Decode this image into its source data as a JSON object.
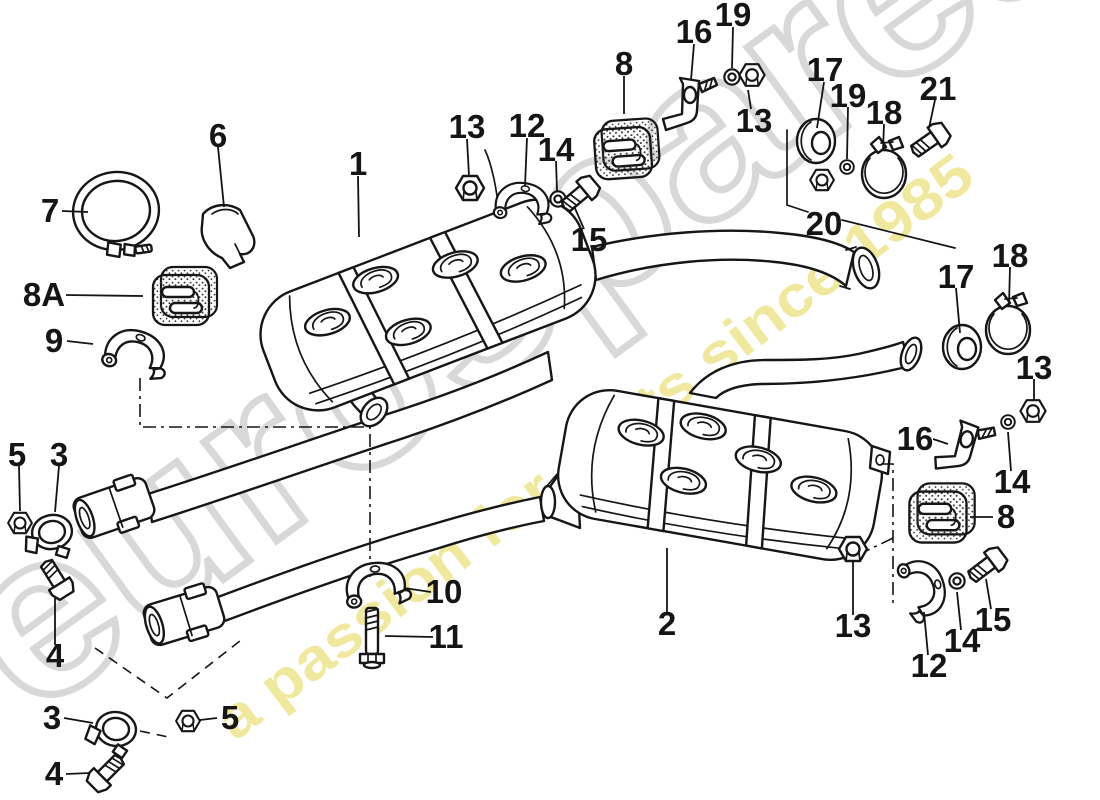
{
  "watermark": {
    "brand": "eurospares",
    "tagline": "a passion for parts since 1985",
    "brand_fill": "#ffffff",
    "brand_outline": "#d6d6d6",
    "tagline_color": "#efe795"
  },
  "diagram": {
    "type": "exploded-parts-diagram",
    "subject": "exhaust system with mufflers, clamps and mounting hardware",
    "line_color": "#161616",
    "background": "#ffffff"
  },
  "callouts": [
    {
      "ref": "7"
    },
    {
      "ref": "6"
    },
    {
      "ref": "8A"
    },
    {
      "ref": "9"
    },
    {
      "ref": "1"
    },
    {
      "ref": "13"
    },
    {
      "ref": "12"
    },
    {
      "ref": "14"
    },
    {
      "ref": "15"
    },
    {
      "ref": "8"
    },
    {
      "ref": "16"
    },
    {
      "ref": "19"
    },
    {
      "ref": "13"
    },
    {
      "ref": "17"
    },
    {
      "ref": "19"
    },
    {
      "ref": "18"
    },
    {
      "ref": "21"
    },
    {
      "ref": "20"
    },
    {
      "ref": "17"
    },
    {
      "ref": "18"
    },
    {
      "ref": "13"
    },
    {
      "ref": "16"
    },
    {
      "ref": "14"
    },
    {
      "ref": "8"
    },
    {
      "ref": "13"
    },
    {
      "ref": "2"
    },
    {
      "ref": "12"
    },
    {
      "ref": "14"
    },
    {
      "ref": "15"
    },
    {
      "ref": "10"
    },
    {
      "ref": "11"
    },
    {
      "ref": "5"
    },
    {
      "ref": "3"
    },
    {
      "ref": "4"
    },
    {
      "ref": "3"
    },
    {
      "ref": "5"
    },
    {
      "ref": "4"
    }
  ]
}
